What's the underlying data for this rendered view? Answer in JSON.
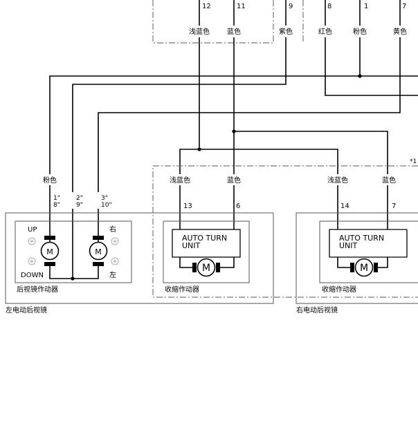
{
  "connector_top": {
    "left_pins": [
      {
        "pin": "12",
        "color": "浅蓝色"
      },
      {
        "pin": "11",
        "color": "蓝色"
      }
    ],
    "middle_pin": {
      "pin": "9",
      "color": "紫色"
    },
    "right_pins": [
      {
        "pin": "8",
        "color": "红色"
      },
      {
        "pin": "1",
        "color": "粉色"
      },
      {
        "pin": "7",
        "color": "黄色"
      }
    ]
  },
  "left_mirror": {
    "wire_color": "粉色",
    "pins": [
      {
        "top": "1\"",
        "bottom": "8\""
      },
      {
        "top": "2\"",
        "bottom": "9\""
      },
      {
        "top": "3\"",
        "bottom": "10\""
      }
    ],
    "up_label": "UP",
    "down_label": "DOWN",
    "right_label": "右",
    "left_label": "左",
    "motor_label": "M",
    "actuator_label": "后视镜作动器",
    "mirror_label": "左电动后视镜"
  },
  "left_fold": {
    "colors": [
      "浅蓝色",
      "蓝色"
    ],
    "pins": [
      "13",
      "6"
    ],
    "unit_label_1": "AUTO TURN",
    "unit_label_2": "UNIT",
    "motor_label": "M",
    "actuator_label": "收缩作动器"
  },
  "right_fold": {
    "colors": [
      "浅蓝色",
      "蓝色"
    ],
    "pins": [
      "14",
      "7"
    ],
    "unit_label_1": "AUTO TURN",
    "unit_label_2": "UNIT",
    "motor_label": "M",
    "actuator_label": "收缩作动器",
    "mirror_label": "右电动后视镜"
  },
  "note_mark": "*1"
}
